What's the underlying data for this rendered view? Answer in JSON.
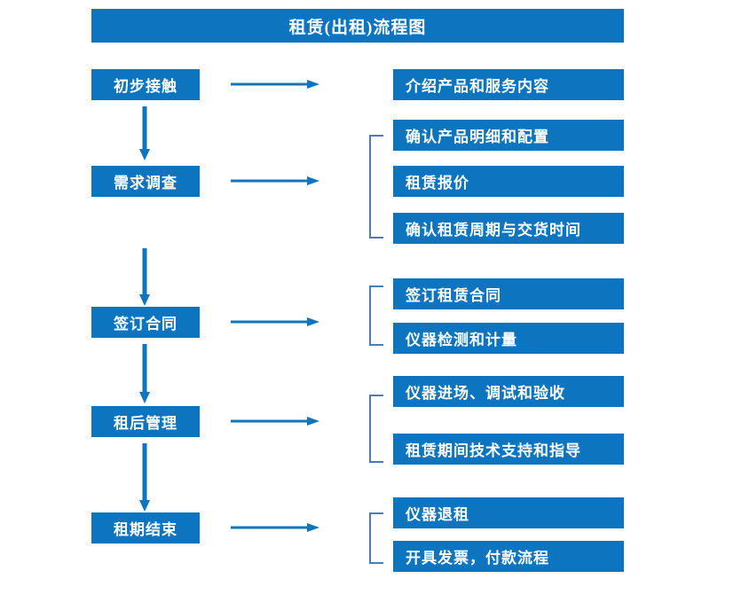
{
  "title": "租赁(出租)流程图",
  "colors": {
    "box_blue": "#0d74c0",
    "arrow_blue": "#1175bd",
    "bracket_blue": "#4a7ebb",
    "text_white": "#ffffff",
    "background": "#ffffff"
  },
  "stages": [
    {
      "label": "初步接触",
      "details": [
        "介绍产品和服务内容"
      ],
      "has_bracket": false
    },
    {
      "label": "需求调查",
      "details": [
        "确认产品明细和配置",
        "租赁报价",
        "确认租赁周期与交货时间"
      ],
      "has_bracket": true
    },
    {
      "label": "签订合同",
      "details": [
        "签订租赁合同",
        "仪器检测和计量"
      ],
      "has_bracket": true
    },
    {
      "label": "租后管理",
      "details": [
        "仪器进场、调试和验收",
        "租赁期间技术支持和指导"
      ],
      "has_bracket": true
    },
    {
      "label": "租期结束",
      "details": [
        "仪器退租",
        "开具发票，付款流程"
      ],
      "has_bracket": true
    }
  ],
  "connectors": {
    "horizontal_arrow_name": "right-arrow-icon",
    "vertical_arrow_name": "down-arrow-icon",
    "bracket_name": "group-bracket"
  }
}
